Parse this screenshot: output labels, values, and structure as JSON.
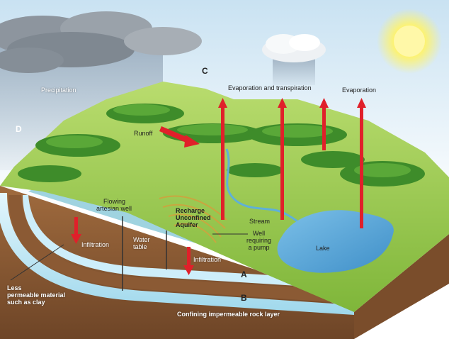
{
  "labels": {
    "precipitation": "Precipitation",
    "evap_transpiration": "Evaporation and transpiration",
    "evaporation": "Evaporation",
    "runoff": "Runoff",
    "flowing_well_line1": "Flowing",
    "flowing_well_line2": "artesian well",
    "recharge_line1": "Recharge",
    "recharge_line2": "Unconfined",
    "recharge_line3": "Aquifer",
    "stream": "Stream",
    "well_pump_line1": "Well",
    "well_pump_line2": "requiring",
    "well_pump_line3": "a pump",
    "water_table_line1": "Water",
    "water_table_line2": "table",
    "infiltration_left": "Infiltration",
    "infiltration_right": "Infiltration",
    "lake": "Lake",
    "less_perm_line1": "Less",
    "less_perm_line2": "permeable material",
    "less_perm_line3": "such as clay",
    "confining": "Confining impermeable rock layer"
  },
  "letters": {
    "a": "A",
    "b": "B",
    "c": "C",
    "d": "D"
  },
  "colors": {
    "sky": "#bfd9ec",
    "sun": "#fff36a",
    "hill": "#9ccc4a",
    "soil": "#8a5a35",
    "aquifer": "#bfe8f5",
    "lake": "#5aa8d8",
    "arrow": "#e0202a"
  }
}
